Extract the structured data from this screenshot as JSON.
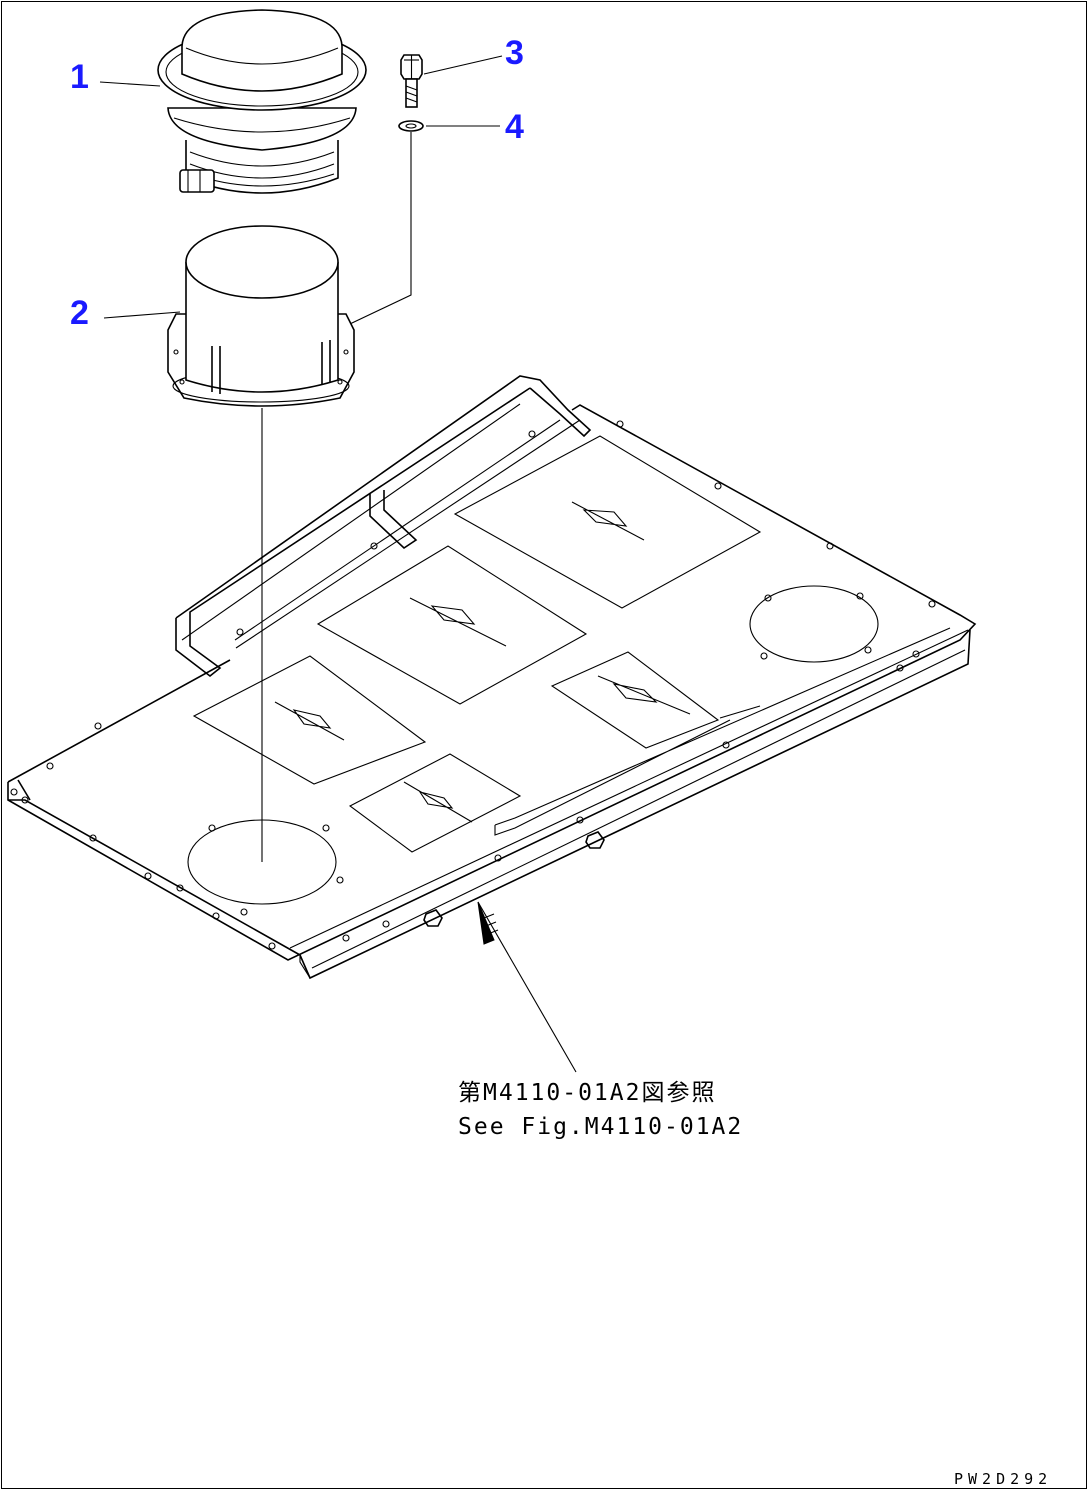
{
  "callouts": [
    {
      "label": "1"
    },
    {
      "label": "2"
    },
    {
      "label": "3"
    },
    {
      "label": "4"
    }
  ],
  "reference_note": {
    "line_jp": "第M4110-01A2図参照",
    "line_en": "See Fig.M4110-01A2"
  },
  "drawing_code": "PW2D292",
  "colors": {
    "callout": "#1a1aff",
    "line": "#000000",
    "background": "#ffffff"
  }
}
